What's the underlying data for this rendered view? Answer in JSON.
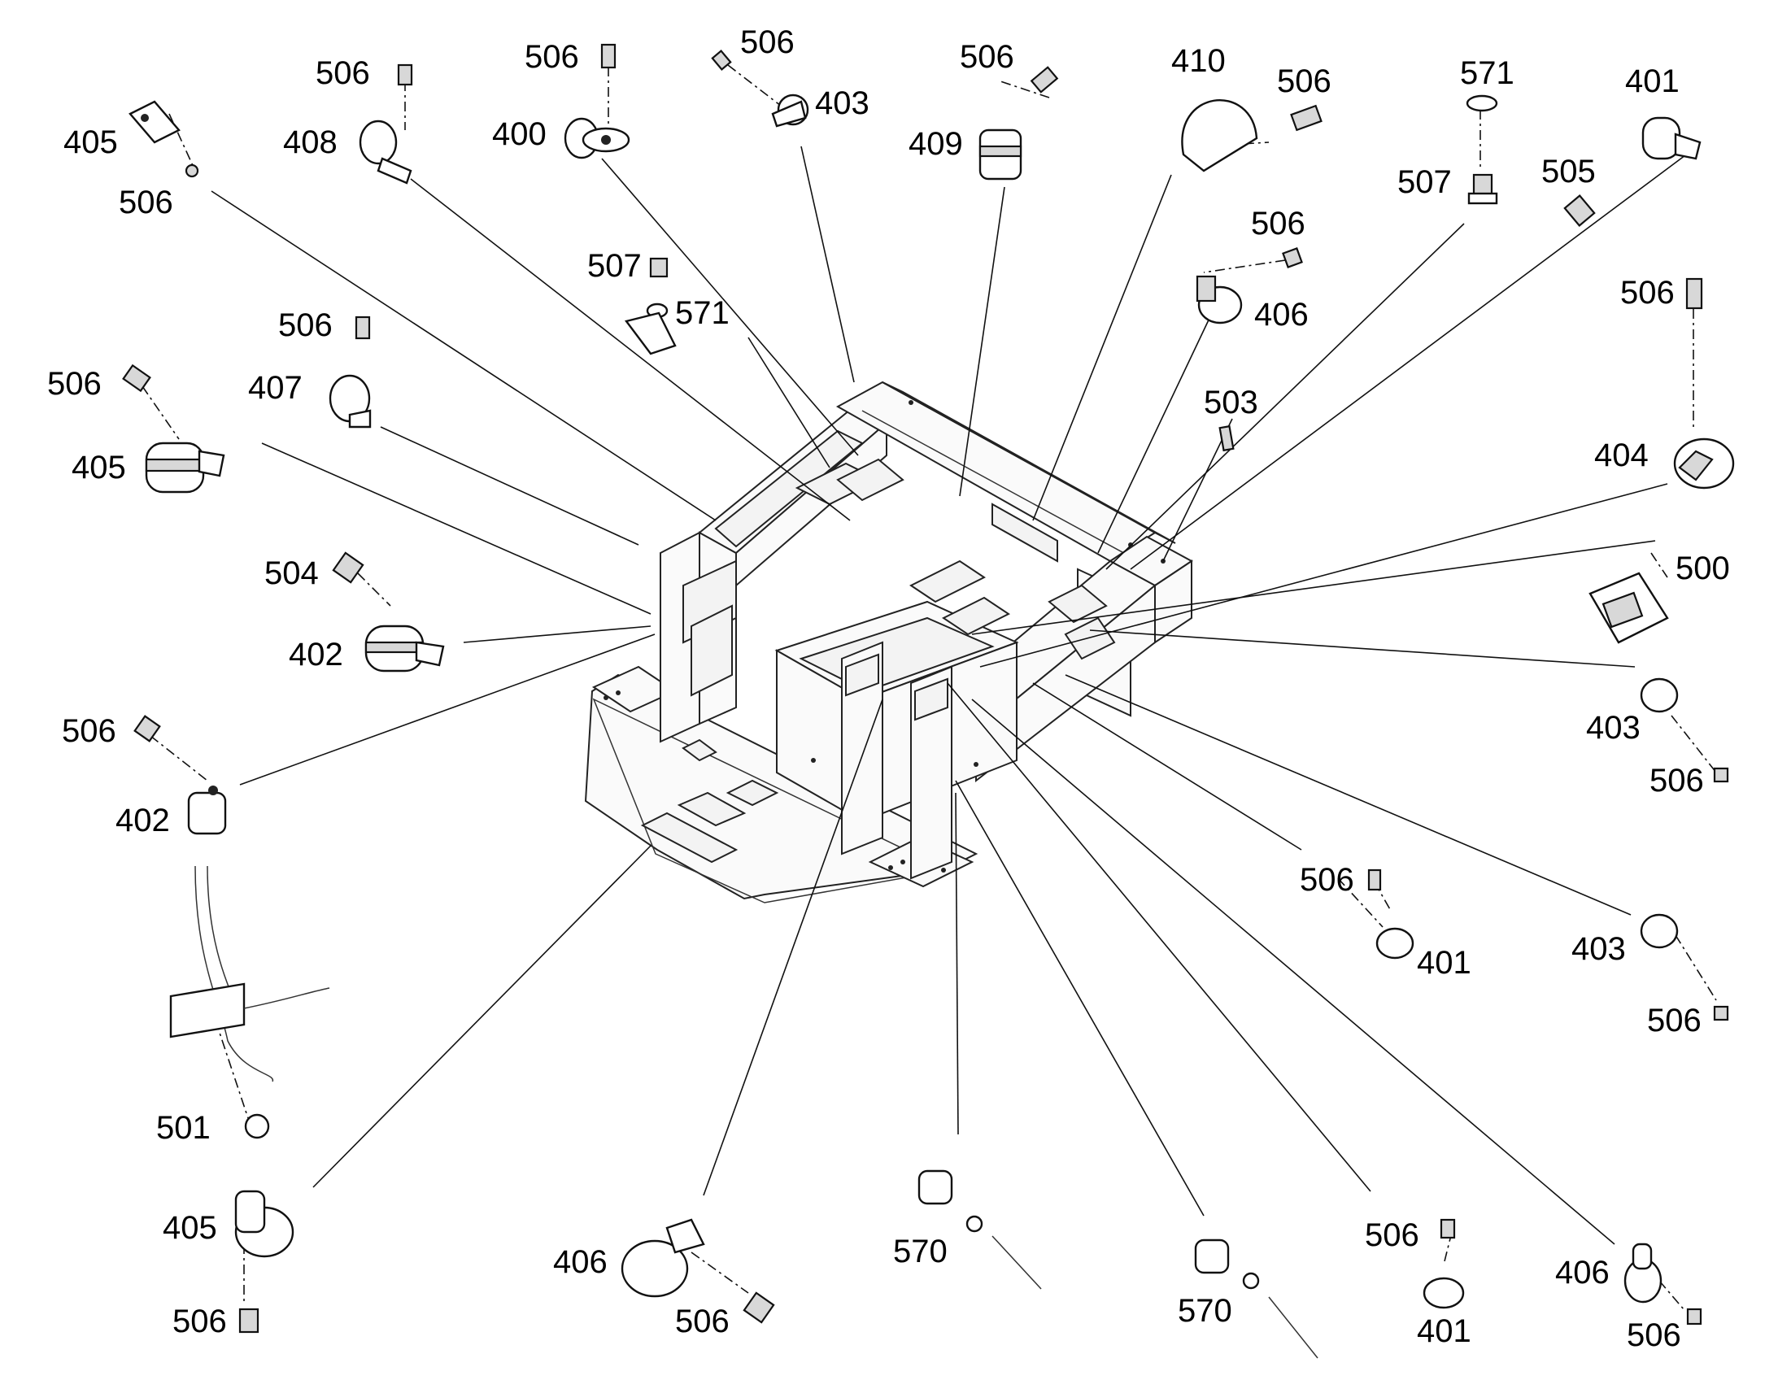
{
  "callouts": {
    "c1": "405",
    "c2": "506",
    "c3": "506",
    "c4": "408",
    "c5": "506",
    "c6": "400",
    "c7": "506",
    "c8": "403",
    "c9": "506",
    "c10": "409",
    "c11": "410",
    "c12": "506",
    "c13": "571",
    "c14": "507",
    "c15": "505",
    "c16": "401",
    "c17": "507",
    "c18": "571",
    "c19": "506",
    "c20": "406",
    "c21": "506",
    "c22": "503",
    "c23": "506",
    "c24": "407",
    "c25": "506",
    "c26": "405",
    "c27": "404",
    "c28": "500",
    "c29": "504",
    "c30": "402",
    "c31": "403",
    "c32": "506",
    "c33": "506",
    "c34": "402",
    "c35": "506",
    "c36": "401",
    "c37": "403",
    "c38": "506",
    "c39": "501",
    "c40": "405",
    "c41": "506",
    "c42": "406",
    "c43": "506",
    "c44": "570",
    "c45": "570",
    "c46": "506",
    "c47": "401",
    "c48": "406",
    "c49": "506"
  }
}
